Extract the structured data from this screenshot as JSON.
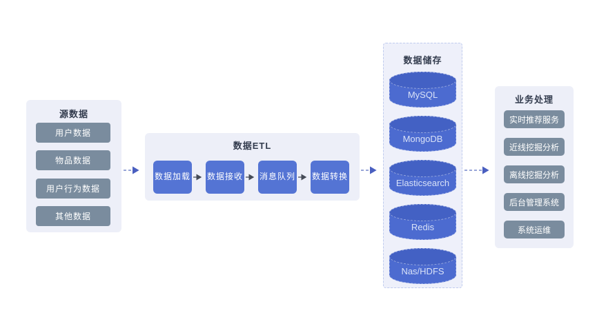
{
  "colors": {
    "panel-bg": "#edeff8",
    "storage-panel-bg": "#eef0fa",
    "storage-border": "#bfcbee",
    "slate-box": "#7a8c9e",
    "blue-box": "#5474d4",
    "cyl-body": "#4c6bd0",
    "cyl-top": "#4361c4",
    "cyl-text": "#d9e2f7",
    "header-text": "#333c4e",
    "box-text": "#ffffff",
    "connector": "#7585cc",
    "connector-head": "#4a5fc0",
    "solid-arrow": "#454b57"
  },
  "diagram": {
    "source": {
      "title": "源数据",
      "items": [
        "用户数据",
        "物品数据",
        "用户行为数据",
        "其他数据"
      ]
    },
    "etl": {
      "title": "数据ETL",
      "steps": [
        "数据加载",
        "数据接收",
        "消息队列",
        "数据转换"
      ]
    },
    "storage": {
      "title": "数据储存",
      "stores": [
        "MySQL",
        "MongoDB",
        "Elasticsearch",
        "Redis",
        "Nas/HDFS"
      ]
    },
    "business": {
      "title": "业务处理",
      "services": [
        "实时推荐服务",
        "近线挖掘分析",
        "离线挖掘分析",
        "后台管理系统",
        "系统运维"
      ]
    }
  }
}
